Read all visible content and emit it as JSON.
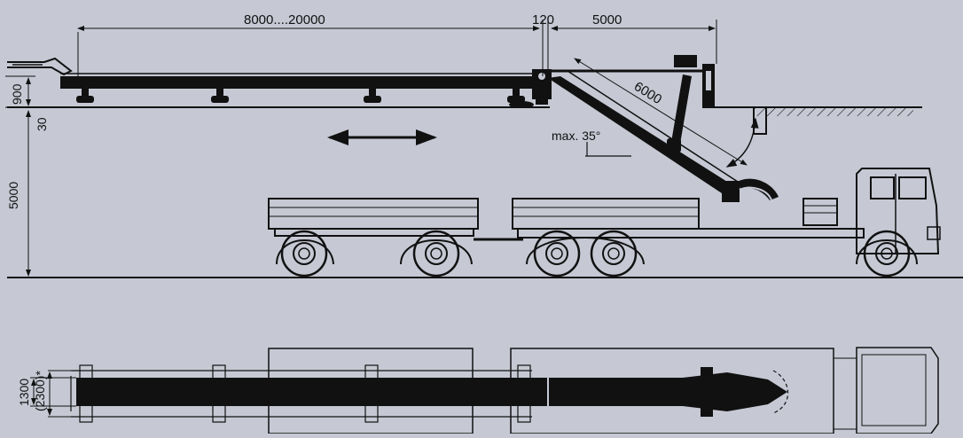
{
  "dimensions": {
    "conveyor_length": "8000....20000",
    "gap": "120",
    "horizontal_reach": "5000",
    "incline_length": "6000",
    "max_angle": "max. 35°",
    "belt_height": "900",
    "lower_offset": "30",
    "lift_height": "5000",
    "belt_width": "1300",
    "belt_width_alt": "(2300)*"
  },
  "colors": {
    "background": "#c6c9d4",
    "ink": "#111111"
  }
}
